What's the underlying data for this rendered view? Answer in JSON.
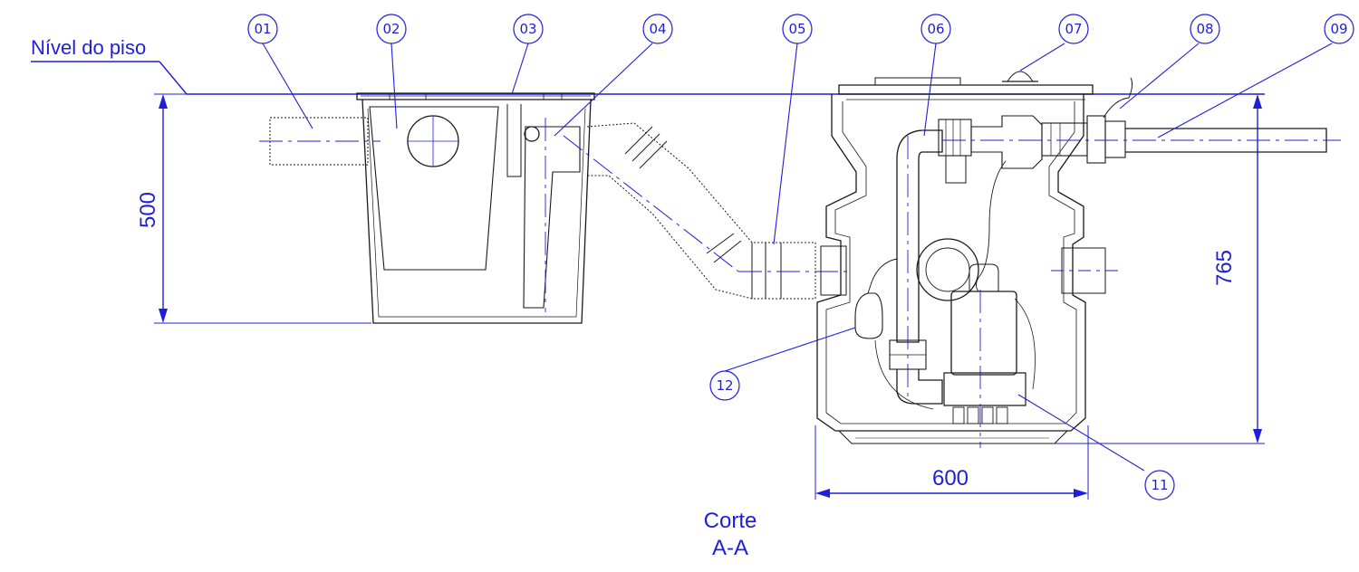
{
  "labels": {
    "floor_level": "Nível do piso",
    "section_line1": "Corte",
    "section_line2": "A-A"
  },
  "dimensions": {
    "height_left": "500",
    "height_right": "765",
    "width_bottom": "600"
  },
  "callouts": [
    "01",
    "02",
    "03",
    "04",
    "05",
    "06",
    "07",
    "08",
    "09",
    "11",
    "12"
  ],
  "colors": {
    "annotation": "#1f1fd8",
    "drawing": "#1a1a1a"
  }
}
